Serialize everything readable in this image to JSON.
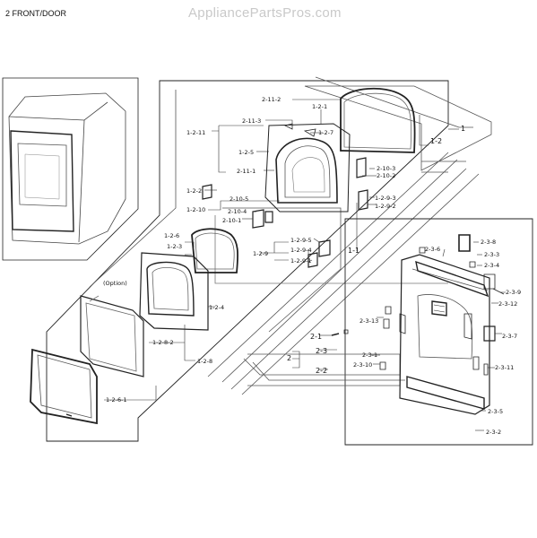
{
  "header": {
    "section_title": "2 FRONT/DOOR",
    "watermark": "AppliancePartsPros.com"
  },
  "diagram": {
    "option_label": "(Option)",
    "labels": {
      "l_1": "1",
      "l_1_1": "1-1",
      "l_1_2": "1-2",
      "l_1_2_1": "1-2-1",
      "l_1_2_2": "1-2-2",
      "l_1_2_3": "1-2-3",
      "l_1_2_4": "1-2-4",
      "l_1_2_5": "1-2-5",
      "l_1_2_6": "1-2-6",
      "l_1_2_6_1": "1-2-6-1",
      "l_1_2_7": "1-2-7",
      "l_1_2_8": "1-2-8",
      "l_1_2_8_2": "1-2-8-2",
      "l_1_2_9": "1-2-9",
      "l_1_2_9_1": "1-2-9-1",
      "l_1_2_9_2": "1-2-9-2",
      "l_1_2_9_3": "1-2-9-3",
      "l_1_2_9_4": "1-2-9-4",
      "l_1_2_9_5": "1-2-9-5",
      "l_1_2_10": "1-2-10",
      "l_1_2_11": "1-2-11",
      "l_2": "2",
      "l_2_1": "2-1",
      "l_2_2": "2-2",
      "l_2_3": "2-3",
      "l_2_3_1": "2-3-1",
      "l_2_3_2": "2-3-2",
      "l_2_3_3": "2-3-3",
      "l_2_3_4": "2-3-4",
      "l_2_3_5": "2-3-5",
      "l_2_3_6": "2-3-6",
      "l_2_3_7": "2-3-7",
      "l_2_3_8": "2-3-8",
      "l_2_3_9": "2-3-9",
      "l_2_3_10": "2-3-10",
      "l_2_3_11": "2-3-11",
      "l_2_3_12": "2-3-12",
      "l_2_3_13": "2-3-13",
      "l_2_10_1": "2-10-1",
      "l_2_10_2": "2-10-2",
      "l_2_10_3": "2-10-3",
      "l_2_10_4": "2-10-4",
      "l_2_10_5": "2-10-5",
      "l_2_11_1": "2-11-1",
      "l_2_11_2": "2-11-2",
      "l_2_11_3": "2-11-3"
    }
  }
}
